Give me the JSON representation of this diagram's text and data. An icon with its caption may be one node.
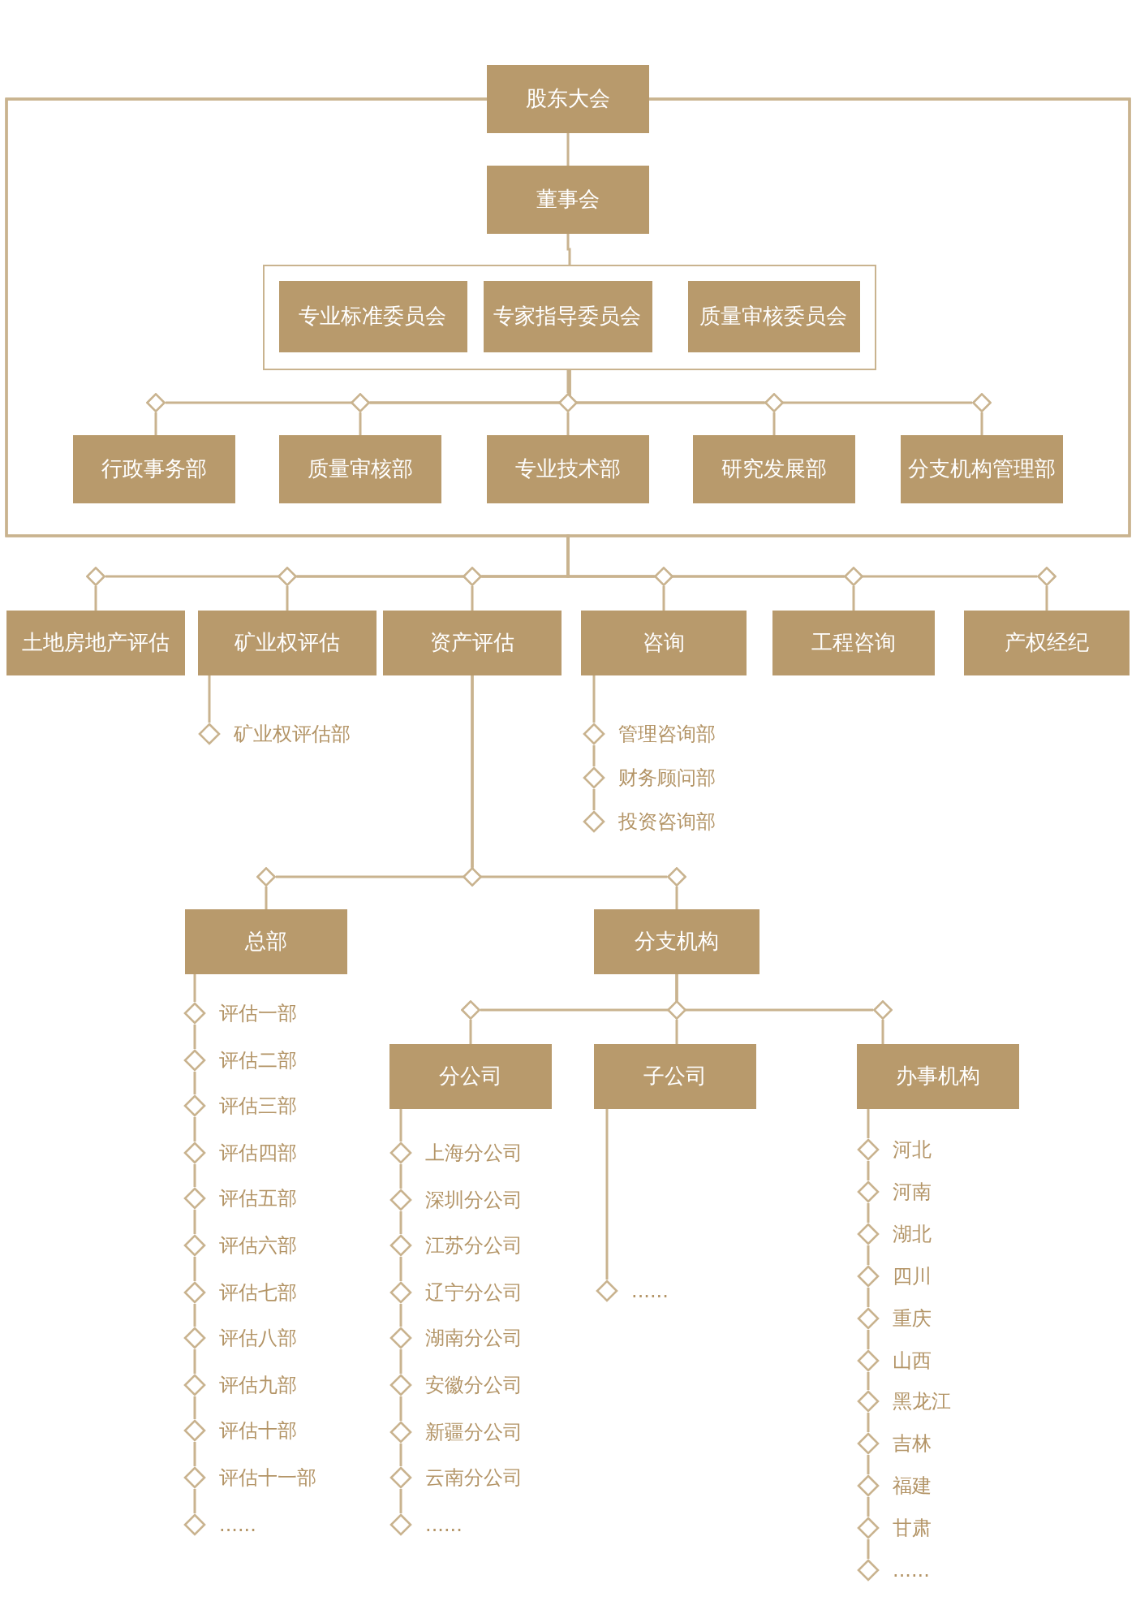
{
  "diagram": {
    "nodes": [
      {
        "text": [
          "股东大会"
        ]
      },
      {
        "text": [
          "董事会"
        ]
      },
      {
        "text": [],
        "shape": "box"
      },
      {
        "text": [
          "专业标准委员会"
        ],
        "in": 2
      },
      {
        "text": [
          "专家指导委员会"
        ],
        "in": 2
      },
      {
        "text": [
          "质量审核委员会"
        ],
        "in": 2
      },
      {
        "text": [
          "行政事务部"
        ]
      },
      {
        "text": [
          "质量审核部"
        ]
      },
      {
        "text": [
          "专业技术部"
        ]
      },
      {
        "text": [
          "研究发展部"
        ]
      },
      {
        "text": [
          "分支机构管理部"
        ]
      },
      {
        "text": [
          "土地房地产评估"
        ]
      },
      {
        "text": [
          "矿业权评估"
        ]
      },
      {
        "text": [
          "资产评估"
        ]
      },
      {
        "text": [
          "咨询"
        ]
      },
      {
        "text": [
          "工程咨询"
        ]
      },
      {
        "text": [
          "产权经纪"
        ]
      },
      {
        "text": [
          "矿业权评估部"
        ]
      },
      {
        "text": [
          "管理咨询部"
        ]
      },
      {
        "text": [
          "财务顾问部"
        ]
      },
      {
        "text": [
          "投资咨询部"
        ]
      },
      {
        "text": [
          "总部"
        ]
      },
      {
        "text": [
          "分支机构"
        ]
      },
      {
        "text": [
          "评估一部"
        ]
      },
      {
        "text": [
          "评估二部"
        ]
      },
      {
        "text": [
          "评估三部"
        ]
      },
      {
        "text": [
          "评估四部"
        ]
      },
      {
        "text": [
          "评估五部"
        ]
      },
      {
        "text": [
          "评估六部"
        ]
      },
      {
        "text": [
          "评估七部"
        ]
      },
      {
        "text": [
          "评估八部"
        ]
      },
      {
        "text": [
          "评估九部"
        ]
      },
      {
        "text": [
          "评估十部"
        ]
      },
      {
        "text": [
          "评估十一部"
        ]
      },
      {
        "text": [
          "......"
        ]
      },
      {
        "text": [
          "分公司"
        ]
      },
      {
        "text": [
          "子公司"
        ]
      },
      {
        "text": [
          "办事机构"
        ]
      },
      {
        "text": [
          "上海分公司"
        ]
      },
      {
        "text": [
          "深圳分公司"
        ]
      },
      {
        "text": [
          "江苏分公司"
        ]
      },
      {
        "text": [
          "辽宁分公司"
        ]
      },
      {
        "text": [
          "湖南分公司"
        ]
      },
      {
        "text": [
          "安徽分公司"
        ]
      },
      {
        "text": [
          "新疆分公司"
        ]
      },
      {
        "text": [
          "云南分公司"
        ]
      },
      {
        "text": [
          "......"
        ]
      },
      {
        "text": [
          "......"
        ]
      },
      {
        "text": [
          "河北"
        ]
      },
      {
        "text": [
          "河南"
        ]
      },
      {
        "text": [
          "湖北"
        ]
      },
      {
        "text": [
          "四川"
        ]
      },
      {
        "text": [
          "重庆"
        ]
      },
      {
        "text": [
          "山西"
        ]
      },
      {
        "text": [
          "黑龙江"
        ]
      },
      {
        "text": [
          "吉林"
        ]
      },
      {
        "text": [
          "福建"
        ]
      },
      {
        "text": [
          "甘肃"
        ]
      },
      {
        "text": [
          "......"
        ]
      },
      {
        "text": [],
        "shape": "diamond"
      },
      {
        "text": [],
        "shape": "diamond"
      },
      {
        "text": [],
        "shape": "diamond"
      },
      {
        "text": [],
        "shape": "diamond"
      },
      {
        "text": [],
        "shape": "diamond"
      },
      {
        "text": [],
        "shape": "diamond"
      },
      {
        "text": [],
        "shape": "diamond"
      },
      {
        "text": [],
        "shape": "diamond"
      },
      {
        "text": [],
        "shape": "diamond"
      },
      {
        "text": [],
        "shape": "diamond"
      },
      {
        "text": [],
        "shape": "diamond"
      },
      {
        "text": [],
        "shape": "diamond"
      },
      {
        "text": [],
        "shape": "diamond"
      },
      {
        "text": [],
        "shape": "diamond"
      },
      {
        "text": [],
        "shape": "diamond"
      },
      {
        "text": [],
        "shape": "diamond"
      },
      {
        "text": [],
        "shape": "diamond"
      }
    ],
    "edges": [
      {
        "from": 0,
        "to": 1,
        "arrow": "none"
      },
      {
        "from": 1,
        "to": 2,
        "arrow": "none"
      },
      {
        "from": 2,
        "to": 59,
        "arrow": "none"
      },
      {
        "from": 2,
        "to": 60,
        "arrow": "none"
      },
      {
        "from": 2,
        "to": 61,
        "arrow": "none"
      },
      {
        "from": 2,
        "to": 62,
        "arrow": "none"
      },
      {
        "from": 2,
        "to": 63,
        "arrow": "none"
      },
      {
        "from": 59,
        "to": 6,
        "arrow": "none"
      },
      {
        "from": 60,
        "to": 7,
        "arrow": "none"
      },
      {
        "from": 61,
        "to": 8,
        "arrow": "none"
      },
      {
        "from": 62,
        "to": 9,
        "arrow": "none"
      },
      {
        "from": 63,
        "to": 10,
        "arrow": "none"
      },
      {
        "from": 0,
        "to": 64,
        "arrow": "none"
      },
      {
        "from": 0,
        "to": 65,
        "arrow": "none"
      },
      {
        "from": 0,
        "to": 66,
        "arrow": "none"
      },
      {
        "from": 0,
        "to": 67,
        "arrow": "none"
      },
      {
        "from": 0,
        "to": 68,
        "arrow": "none"
      },
      {
        "from": 0,
        "to": 69,
        "arrow": "none"
      },
      {
        "from": 64,
        "to": 11,
        "arrow": "none"
      },
      {
        "from": 65,
        "to": 12,
        "arrow": "none"
      },
      {
        "from": 66,
        "to": 13,
        "arrow": "none"
      },
      {
        "from": 67,
        "to": 14,
        "arrow": "none"
      },
      {
        "from": 68,
        "to": 15,
        "arrow": "none"
      },
      {
        "from": 69,
        "to": 16,
        "arrow": "none"
      },
      {
        "from": 12,
        "to": 17,
        "arrow": "none"
      },
      {
        "from": 14,
        "to": 18,
        "arrow": "none"
      },
      {
        "from": 18,
        "to": 19,
        "arrow": "none"
      },
      {
        "from": 19,
        "to": 20,
        "arrow": "none"
      },
      {
        "from": 13,
        "to": 70,
        "arrow": "none"
      },
      {
        "from": 13,
        "to": 71,
        "arrow": "none"
      },
      {
        "from": 13,
        "to": 72,
        "arrow": "none"
      },
      {
        "from": 70,
        "to": 21,
        "arrow": "none"
      },
      {
        "from": 72,
        "to": 22,
        "arrow": "none"
      },
      {
        "from": 21,
        "to": 23,
        "arrow": "none"
      },
      {
        "from": 23,
        "to": 24,
        "arrow": "none"
      },
      {
        "from": 24,
        "to": 25,
        "arrow": "none"
      },
      {
        "from": 25,
        "to": 26,
        "arrow": "none"
      },
      {
        "from": 26,
        "to": 27,
        "arrow": "none"
      },
      {
        "from": 27,
        "to": 28,
        "arrow": "none"
      },
      {
        "from": 28,
        "to": 29,
        "arrow": "none"
      },
      {
        "from": 29,
        "to": 30,
        "arrow": "none"
      },
      {
        "from": 30,
        "to": 31,
        "arrow": "none"
      },
      {
        "from": 31,
        "to": 32,
        "arrow": "none"
      },
      {
        "from": 32,
        "to": 33,
        "arrow": "none"
      },
      {
        "from": 33,
        "to": 34,
        "arrow": "none"
      },
      {
        "from": 22,
        "to": 73,
        "arrow": "none"
      },
      {
        "from": 22,
        "to": 74,
        "arrow": "none"
      },
      {
        "from": 22,
        "to": 75,
        "arrow": "none"
      },
      {
        "from": 73,
        "to": 35,
        "arrow": "none"
      },
      {
        "from": 74,
        "to": 36,
        "arrow": "none"
      },
      {
        "from": 75,
        "to": 37,
        "arrow": "none"
      },
      {
        "from": 35,
        "to": 38,
        "arrow": "none"
      },
      {
        "from": 38,
        "to": 39,
        "arrow": "none"
      },
      {
        "from": 39,
        "to": 40,
        "arrow": "none"
      },
      {
        "from": 40,
        "to": 41,
        "arrow": "none"
      },
      {
        "from": 41,
        "to": 42,
        "arrow": "none"
      },
      {
        "from": 42,
        "to": 43,
        "arrow": "none"
      },
      {
        "from": 43,
        "to": 44,
        "arrow": "none"
      },
      {
        "from": 44,
        "to": 45,
        "arrow": "none"
      },
      {
        "from": 45,
        "to": 46,
        "arrow": "none"
      },
      {
        "from": 36,
        "to": 47,
        "arrow": "none"
      },
      {
        "from": 37,
        "to": 48,
        "arrow": "none"
      },
      {
        "from": 48,
        "to": 49,
        "arrow": "none"
      },
      {
        "from": 49,
        "to": 50,
        "arrow": "none"
      },
      {
        "from": 50,
        "to": 51,
        "arrow": "none"
      },
      {
        "from": 51,
        "to": 52,
        "arrow": "none"
      },
      {
        "from": 52,
        "to": 53,
        "arrow": "none"
      },
      {
        "from": 53,
        "to": 54,
        "arrow": "none"
      },
      {
        "from": 54,
        "to": 55,
        "arrow": "none"
      },
      {
        "from": 55,
        "to": 56,
        "arrow": "none"
      },
      {
        "from": 56,
        "to": 57,
        "arrow": "none"
      },
      {
        "from": 57,
        "to": 58,
        "arrow": "none"
      }
    ]
  }
}
